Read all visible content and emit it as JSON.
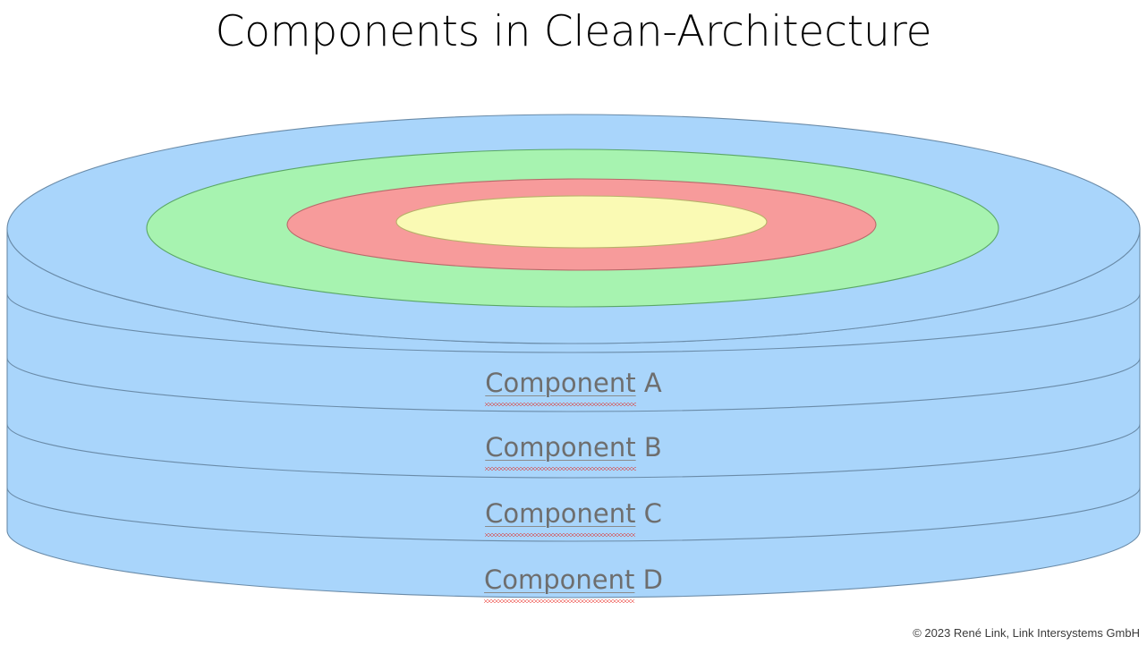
{
  "slide": {
    "title": "Components in Clean-Architecture",
    "copyright": "© 2023 René Link, Link Intersystems GmbH",
    "background_color": "#ffffff"
  },
  "diagram": {
    "type": "stacked-cylinder-concentric-rings",
    "description": "A stacked blue cylinder of four components with four concentric colored rings on the top face",
    "stroke_color": "#6a8ba8",
    "layers": [
      {
        "id": "a",
        "label_word": "Component",
        "label_suffix": " A",
        "fill": "#a9d5fb"
      },
      {
        "id": "b",
        "label_word": "Component",
        "label_suffix": " B",
        "fill": "#a9d5fb"
      },
      {
        "id": "c",
        "label_word": "Component",
        "label_suffix": " C",
        "fill": "#a9d5fb"
      },
      {
        "id": "d",
        "label_word": "Component",
        "label_suffix": " D",
        "fill": "#a9d5fb"
      }
    ],
    "rings": [
      {
        "id": "outer",
        "name": "outer-ring",
        "fill": "#a9d5fb",
        "stroke": "#6a8ba8"
      },
      {
        "id": "green",
        "name": "green-ring",
        "fill": "#a7f3b0",
        "stroke": "#5aa766"
      },
      {
        "id": "red",
        "name": "red-ring",
        "fill": "#f79b9b",
        "stroke": "#b86a6a"
      },
      {
        "id": "yellow",
        "name": "yellow-core",
        "fill": "#fafab4",
        "stroke": "#b8b06a"
      }
    ]
  }
}
